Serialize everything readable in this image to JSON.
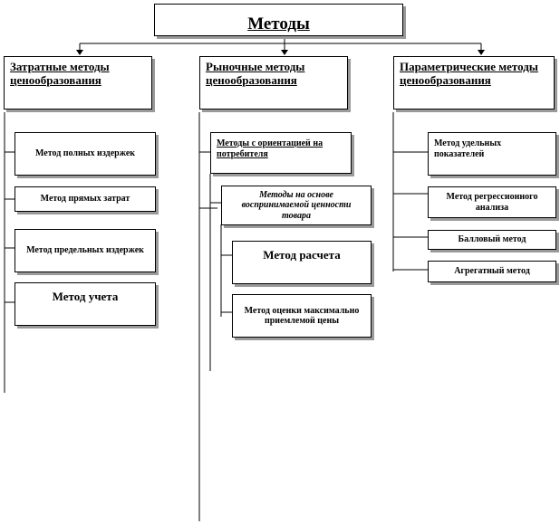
{
  "title": "Методы",
  "columns": [
    {
      "header": "Затратные методы ценообразования",
      "items": [
        "Метод полных издержек",
        "Метод прямых затрат",
        "Метод предельных издержек",
        "Метод учета"
      ]
    },
    {
      "header": "Рыночные методы ценообразования",
      "consumer": "Методы с ориентацией на потребителя",
      "perceived": "Методы на основе воспринимаемой ценности товара",
      "calc": "Метод расчета",
      "max_price": "Метод оценки максимально приемлемой цены"
    },
    {
      "header": "Параметрические методы ценообразования",
      "items": [
        "Метод удельных показателей",
        "Метод регрессионного анализа",
        "Балловый метод",
        "Агрегатный метод"
      ]
    }
  ]
}
